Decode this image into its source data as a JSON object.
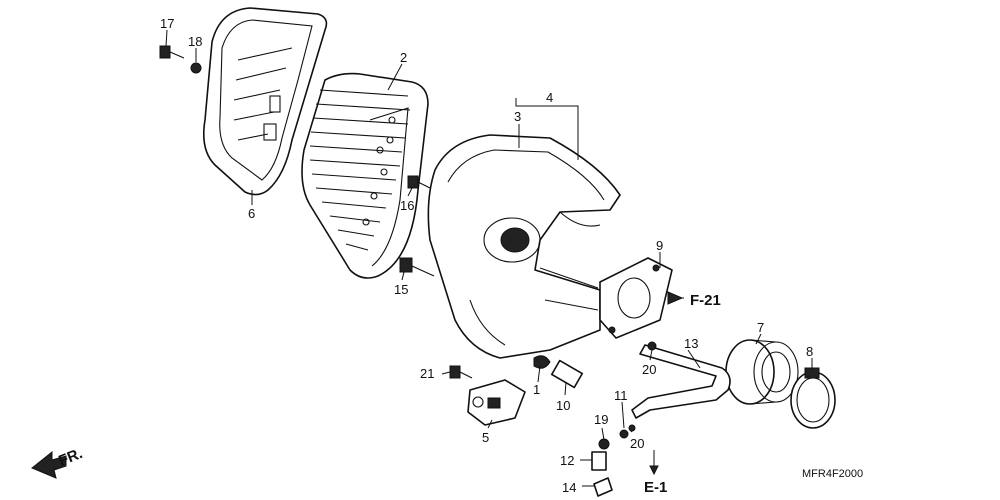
{
  "callouts": {
    "c1": "1",
    "c2": "2",
    "c3": "3",
    "c4": "4",
    "c5": "5",
    "c6": "6",
    "c7": "7",
    "c8": "8",
    "c9": "9",
    "c10": "10",
    "c11": "11",
    "c12": "12",
    "c13": "13",
    "c14": "14",
    "c15": "15",
    "c16": "16",
    "c17": "17",
    "c18": "18",
    "c19": "19",
    "c20a": "20",
    "c20b": "20",
    "c21": "21"
  },
  "references": {
    "f21": "F-21",
    "e1": "E-1"
  },
  "direction_label": "FR.",
  "diagram_code": "MFR4F2000"
}
